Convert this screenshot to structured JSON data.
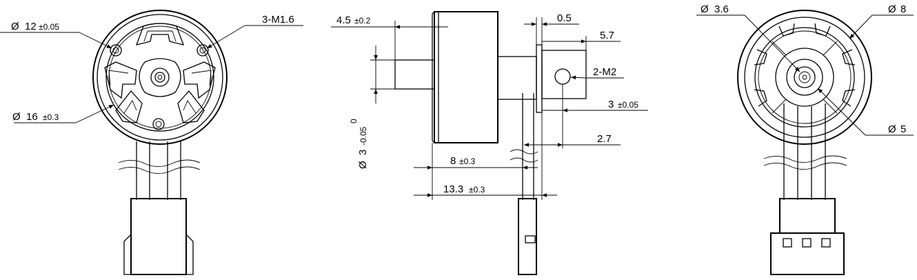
{
  "front_view": {
    "outer_diameter": {
      "symbol": "Ø",
      "value": "16",
      "tol": "±0.3"
    },
    "bolt_circle": {
      "symbol": "Ø",
      "value": "12",
      "tol": "±0.05"
    },
    "threaded_holes": "3-M1.6"
  },
  "side_view": {
    "shaft_length": {
      "value": "4.5",
      "tol": "±0.2"
    },
    "shaft_diameter": {
      "symbol": "Ø",
      "value": "3",
      "tol_upper": "0",
      "tol_lower": "-0.05"
    },
    "tab_thickness": "0.5",
    "tab_length": "5.7",
    "tab_holes": "2-M2",
    "hole_position": {
      "value": "3",
      "tol": "±0.05"
    },
    "hole_offset": "2.7",
    "body_length": {
      "value": "8",
      "tol": "±0.3"
    },
    "overall_length": {
      "value": "13.3",
      "tol": "±0.3"
    }
  },
  "rear_view": {
    "hub_diameter": {
      "symbol": "Ø",
      "value": "3.6"
    },
    "outer_diameter": {
      "symbol": "Ø",
      "value": "8"
    },
    "inner_diameter": {
      "symbol": "Ø",
      "value": "5"
    }
  }
}
